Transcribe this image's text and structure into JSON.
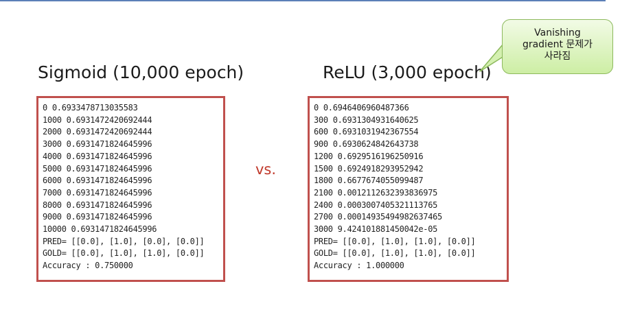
{
  "colors": {
    "box_border": "#c0504d",
    "vs_text": "#c0392b",
    "top_rule": "#5b7fb8",
    "callout_fill": "#cdeea4",
    "callout_border": "#8cb95c"
  },
  "left": {
    "heading": "Sigmoid (10,000 epoch)",
    "lines": [
      "0 0.6933478713035583",
      "1000 0.6931472420692444",
      "2000 0.6931472420692444",
      "3000 0.6931471824645996",
      "4000 0.6931471824645996",
      "5000 0.6931471824645996",
      "6000 0.6931471824645996",
      "7000 0.6931471824645996",
      "8000 0.6931471824645996",
      "9000 0.6931471824645996",
      "10000 0.6931471824645996",
      "PRED= [[0.0], [1.0], [0.0], [0.0]]",
      "GOLD= [[0.0], [1.0], [1.0], [0.0]]",
      "Accuracy : 0.750000"
    ]
  },
  "vs": "vs.",
  "right": {
    "heading": "ReLU (3,000 epoch)",
    "lines": [
      "0 0.6946406960487366",
      "300 0.6931304931640625",
      "600 0.6931031942367554",
      "900 0.6930624842643738",
      "1200 0.6929516196250916",
      "1500 0.6924918293952942",
      "1800 0.6677674055099487",
      "2100 0.0012112632393836975",
      "2400 0.0003007405321113765",
      "2700 0.00014935494982637465",
      "3000 9.424101881450042e-05",
      "PRED= [[0.0], [1.0], [1.0], [0.0]]",
      "GOLD= [[0.0], [1.0], [1.0], [0.0]]",
      "Accuracy : 1.000000"
    ]
  },
  "callout": {
    "lines": [
      "Vanishing",
      "gradient 문제가",
      "사라짐"
    ]
  }
}
